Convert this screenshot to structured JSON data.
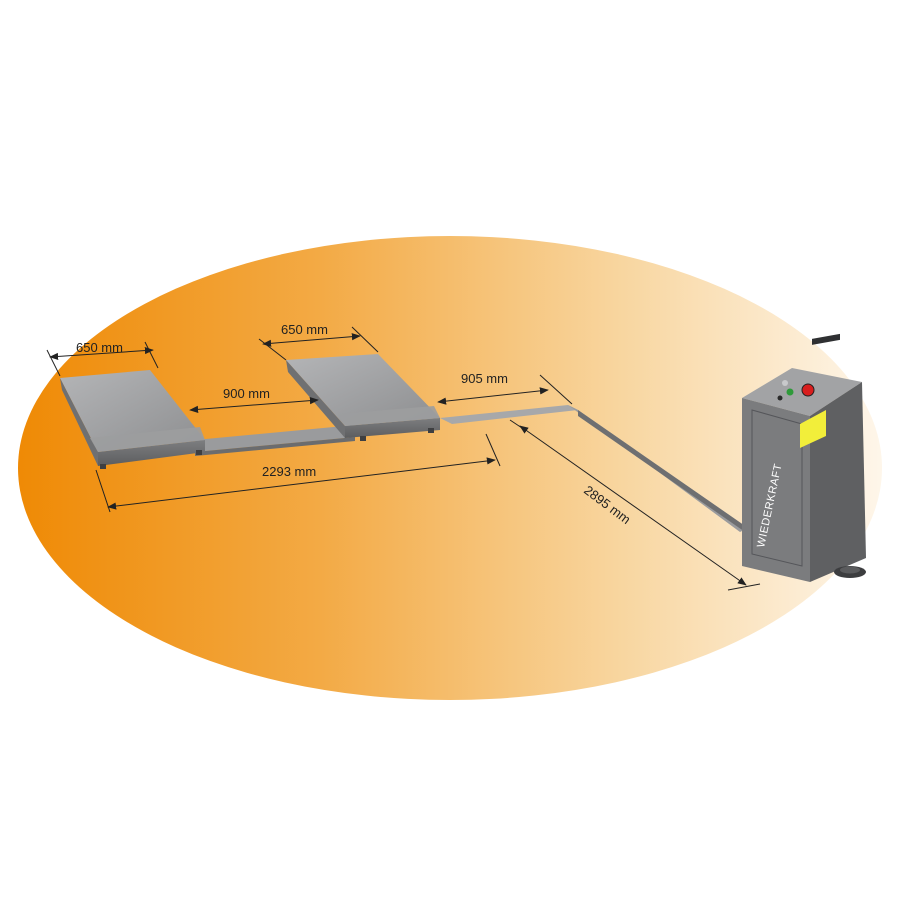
{
  "dimensions": {
    "platform_width_left": "650 mm",
    "platform_width_right": "650 mm",
    "platform_gap": "900 mm",
    "overall_length": "2293 mm",
    "hose_offset": "905 mm",
    "hose_length": "2895 mm"
  },
  "brand": {
    "logo_text": "WIEDERKRAFT"
  },
  "colors": {
    "backdrop_orange": "#f08c0a",
    "backdrop_light": "#fdf3e2",
    "steel": "#8f9092",
    "warning_label": "#f2ee3a",
    "stop_button": "#d81e1e",
    "start_button": "#2f9a3a"
  }
}
